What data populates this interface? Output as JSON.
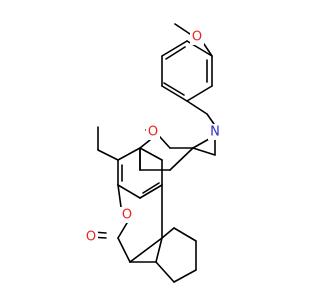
{
  "background_color": "#ffffff",
  "bond_color": "#000000",
  "atoms": [
    {
      "id": "o_ether_methoxy",
      "label": "O",
      "color": "#e8241f"
    },
    {
      "id": "o_ring_oxazine",
      "label": "O",
      "color": "#e8241f"
    },
    {
      "id": "n_ring_oxazine",
      "label": "N",
      "color": "#2b2bcf"
    },
    {
      "id": "o_lactone_ring",
      "label": "O",
      "color": "#e8241f"
    },
    {
      "id": "o_carbonyl",
      "label": "O",
      "color": "#e8241f"
    }
  ]
}
